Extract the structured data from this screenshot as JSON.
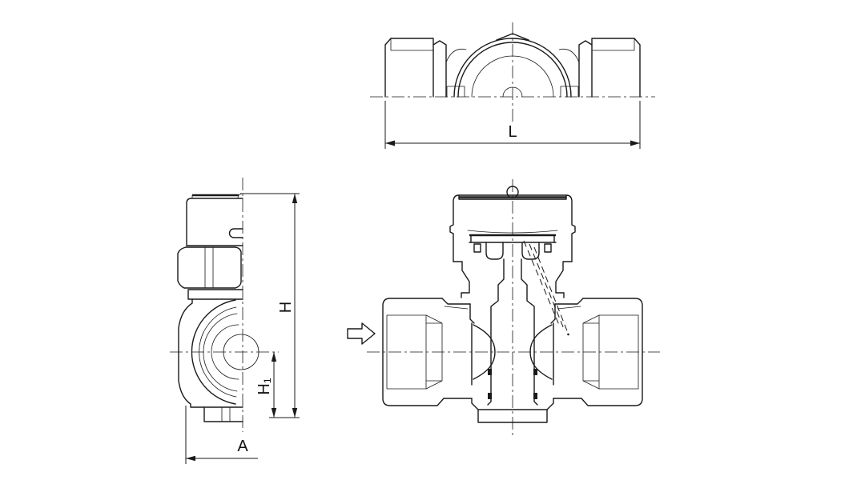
{
  "drawing": {
    "background": "#ffffff",
    "line_color": "#1a1a1a",
    "dimensions": {
      "length": {
        "label": "L"
      },
      "height": {
        "label": "H"
      },
      "height1": {
        "label": "H₁"
      },
      "width": {
        "label": "A"
      }
    }
  }
}
